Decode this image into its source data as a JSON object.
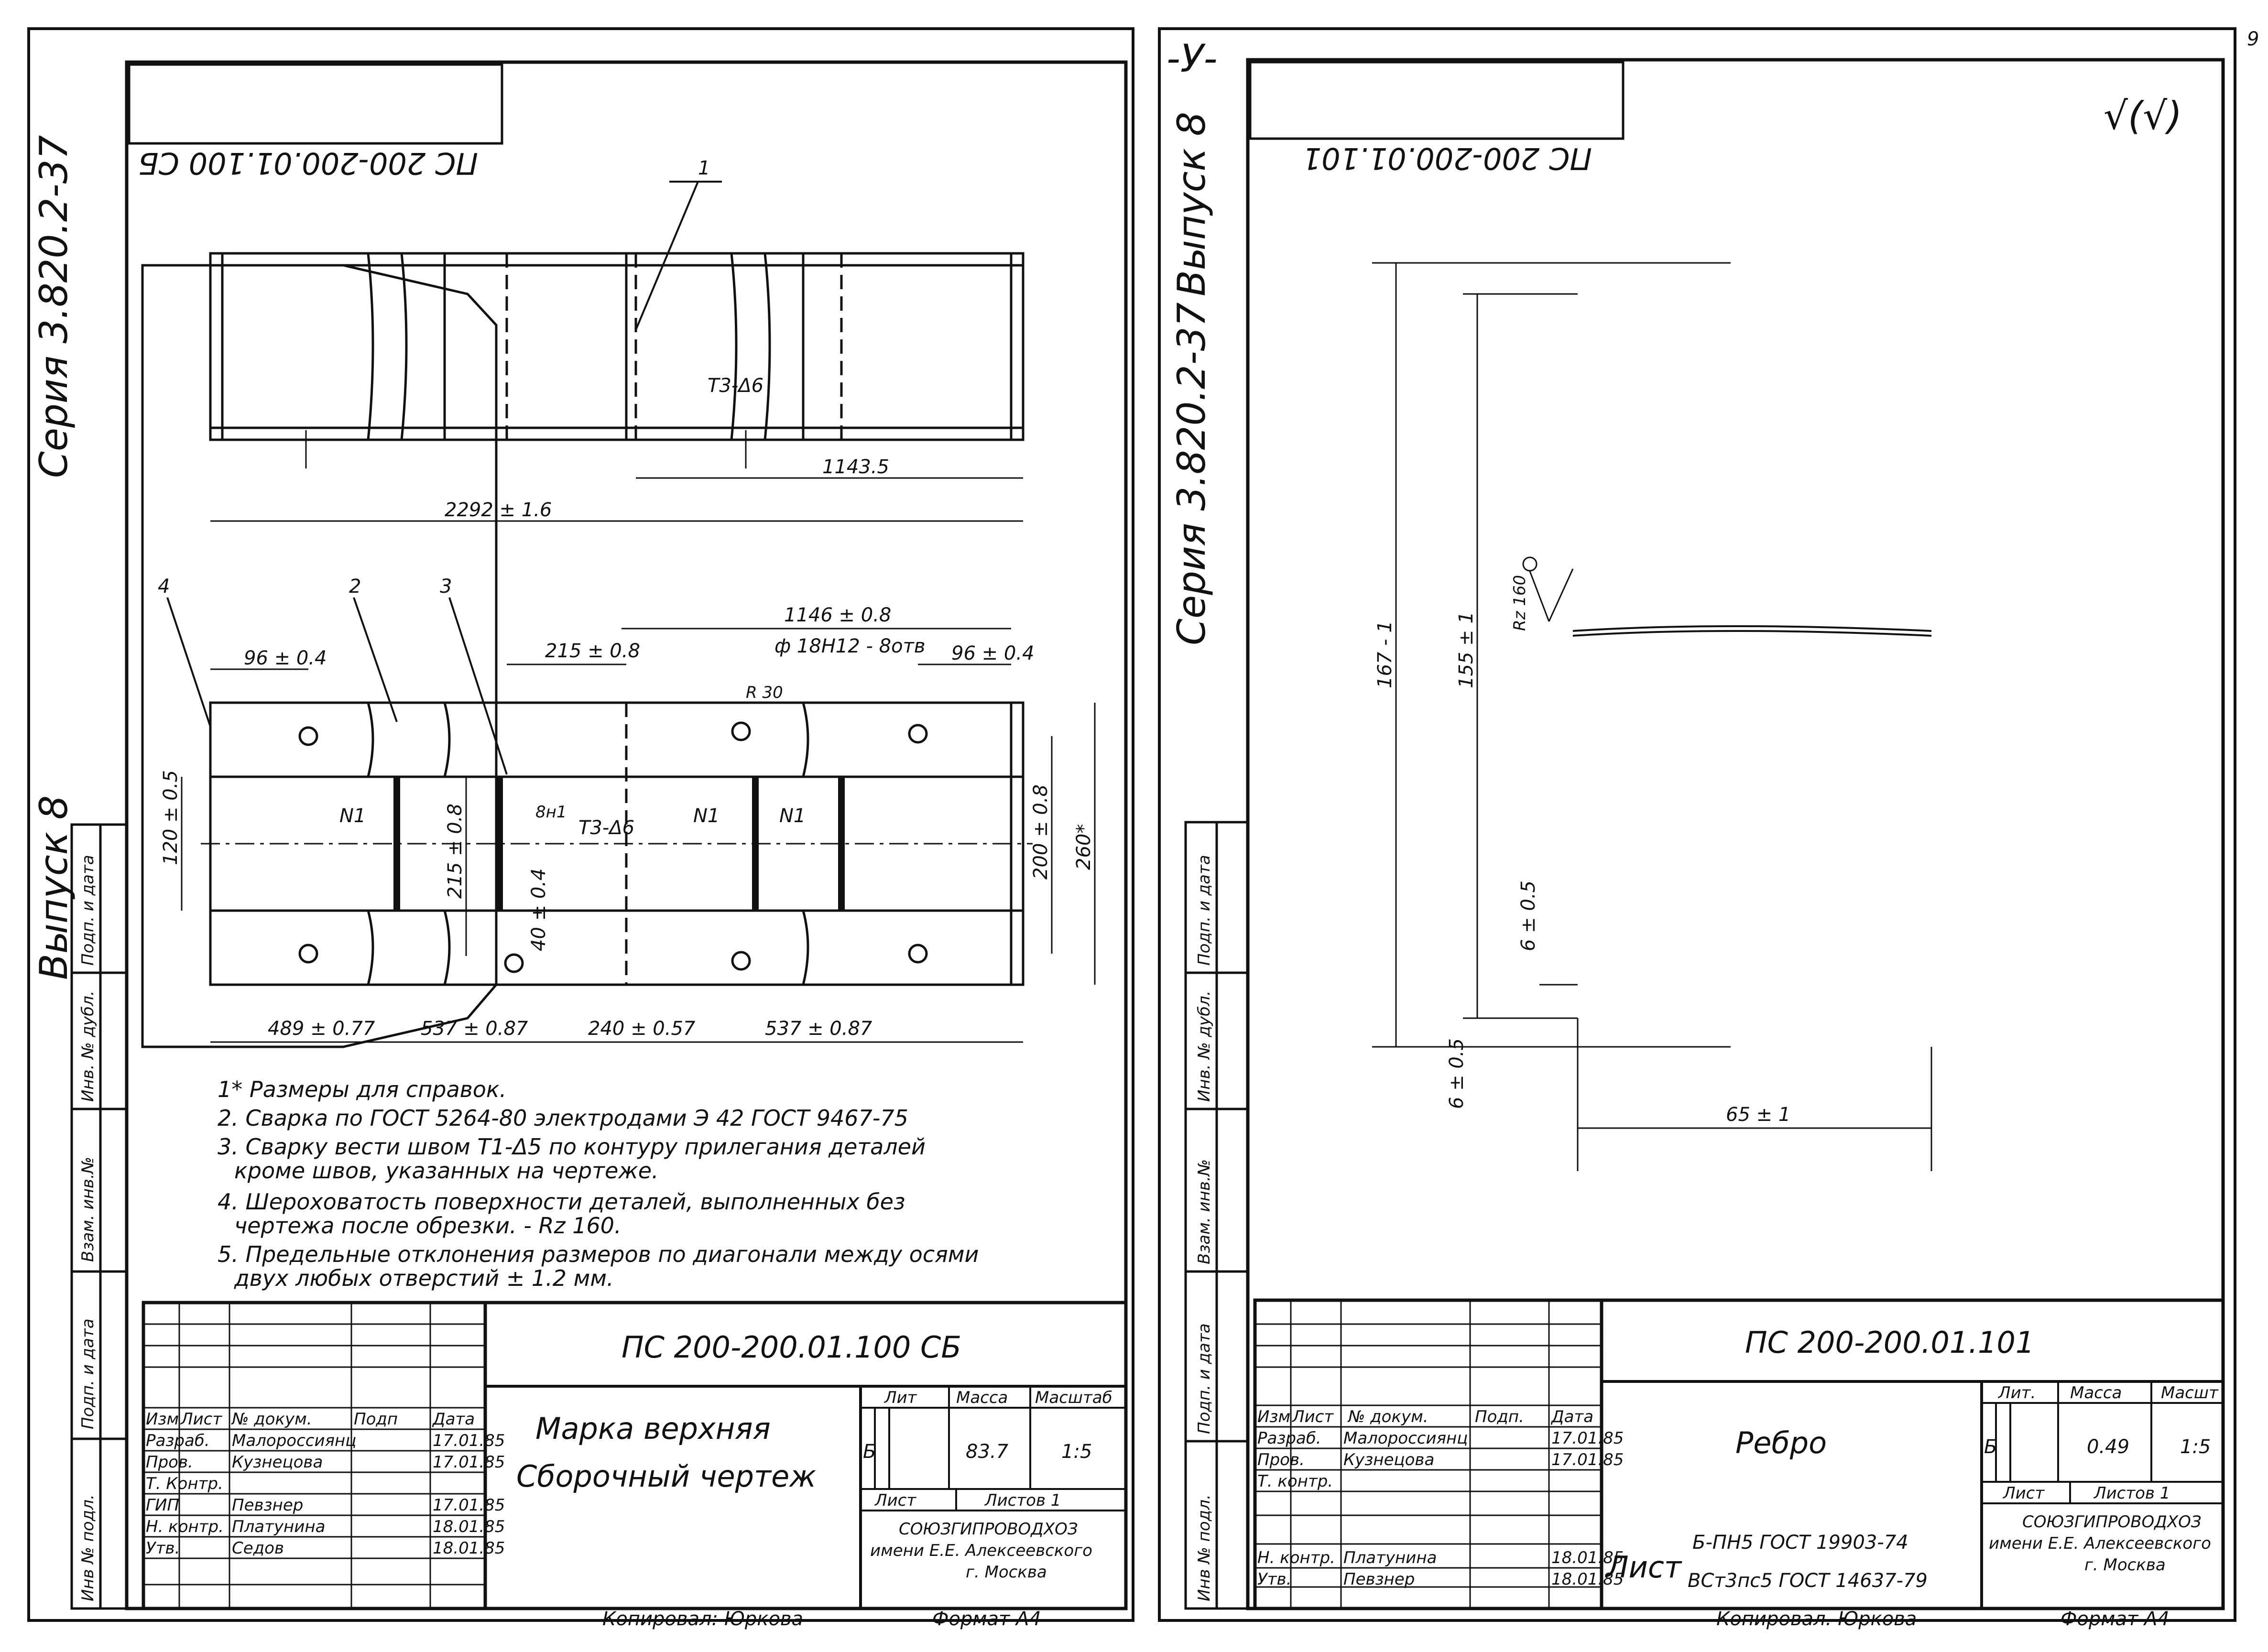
{
  "page_marker": "9",
  "left_sheet": {
    "side_text": {
      "vypusk": "Выпуск 8",
      "seriya": "Серия 3.820.2-37"
    },
    "side_columns": [
      "Инв № подл.",
      "Подп. и дата",
      "Взам. инв.№",
      "Инв. № дубл.",
      "Подп. и дата"
    ],
    "mirror_code": "ПС 200-200.01.100 СБ",
    "top_view": {
      "callout": "1",
      "weld": "Т3-Δ6",
      "dim_half": "1143.5",
      "dim_total": "2292 ± 1.6"
    },
    "plan_view": {
      "callouts": [
        "4",
        "2",
        "3"
      ],
      "dims": {
        "d_1146": "1146 ± 0.8",
        "d_96_left": "96 ± 0.4",
        "d_215_top": "215 ± 0.8",
        "d_hole": "ф 18Н12 - 8отв",
        "d_96_right": "96 ± 0.4",
        "d_120": "120 ± 0.5",
        "d_215_vert": "215 ± 0.8",
        "d_40": "40 ± 0.4",
        "d_200": "200 ± 0.8",
        "d_260": "260*",
        "d_489": "489 ± 0.77",
        "d_537_left": "537 ± 0.87",
        "d_240": "240 ± 0.57",
        "d_537_right": "537 ± 0.87",
        "r": "R 30"
      },
      "marks": {
        "n1_a": "N1",
        "n1_b": "N1",
        "n1_c": "N1",
        "weld": "Т3-Δ6",
        "weld_prefix": "8н1"
      }
    },
    "notes": [
      "1* Размеры для справок.",
      "2. Сварка по ГОСТ 5264-80 электродами Э 42 ГОСТ 9467-75",
      "3. Сварку вести швом Т1-Δ5 по контуру прилегания деталей",
      "кроме швов, указанных на чертеже.",
      "4. Шероховатость поверхности деталей, выполненных без",
      "чертежа после обрезки. - Rz 160.",
      "5. Предельные отклонения размеров по диагонали между осями",
      "двух любых отверстий ± 1.2 мм."
    ],
    "stamp": {
      "code": "ПС 200-200.01.100 СБ",
      "name_line1": "Марка верхняя",
      "name_line2": "Сборочный чертеж",
      "headers": {
        "izm": "Изм",
        "list": "Лист",
        "doc": "№ докум.",
        "podp": "Подп",
        "data": "Дата"
      },
      "people": [
        {
          "role": "Разраб.",
          "name": "Малороссиянц",
          "date": "17.01.85"
        },
        {
          "role": "Пров.",
          "name": "Кузнецова",
          "date": "17.01.85"
        },
        {
          "role": "Т. Контр.",
          "name": "",
          "date": ""
        },
        {
          "role": "ГИП",
          "name": "Певзнер",
          "date": "17.01.85"
        },
        {
          "role": "Н. контр.",
          "name": "Платунина",
          "date": "18.01.85"
        },
        {
          "role": "Утв.",
          "name": "Седов",
          "date": "18.01.85"
        }
      ],
      "lit_label": "Лит",
      "mass_label": "Масса",
      "scale_label": "Масштаб",
      "lit": "Б",
      "mass": "83.7",
      "scale": "1:5",
      "sheet_label": "Лист",
      "sheets_label": "Листов 1",
      "org_line1": "СОЮЗГИПРОВОДХОЗ",
      "org_line2": "имени Е.Е. Алексеевского",
      "org_line3": "г. Москва"
    },
    "footer": {
      "copied": "Копировал: Юркова",
      "format": "Формат А4"
    }
  },
  "right_sheet": {
    "side_text": {
      "vypusk": "Выпуск 8",
      "seriya": "Серия 3.820.2-37",
      "marker": "-У-"
    },
    "side_columns": [
      "Инв № подл.",
      "Подп. и дата",
      "Взам. инв.№",
      "Инв. № дубл.",
      "Подп. и дата"
    ],
    "mirror_code": "ПС 200-200.01.101",
    "roughness": "√(√)",
    "part": {
      "dim_167": "167 - 1",
      "dim_155": "155 ± 1",
      "dim_6_top": "6 ± 0.5",
      "dim_6_bottom": "6 ± 0.5",
      "dim_65": "65 ± 1",
      "rz": "Rz 160"
    },
    "stamp": {
      "code": "ПС 200-200.01.101",
      "name": "Ребро",
      "headers": {
        "izm": "Изм",
        "list": "Лист",
        "doc": "№ докум.",
        "podp": "Подп.",
        "data": "Дата"
      },
      "people": [
        {
          "role": "Разраб.",
          "name": "Малороссиянц",
          "date": "17.01.85"
        },
        {
          "role": "Пров.",
          "name": "Кузнецова",
          "date": "17.01.85"
        },
        {
          "role": "Т. контр.",
          "name": "",
          "date": ""
        },
        {
          "role": "",
          "name": "",
          "date": ""
        },
        {
          "role": "Н. контр.",
          "name": "Платунина",
          "date": "18.01.85"
        },
        {
          "role": "Утв.",
          "name": "Певзнер",
          "date": "18.01.85"
        }
      ],
      "list_word": "Лист",
      "material_line1": "Б-ПН5 ГОСТ 19903-74",
      "material_line2": "ВСт3пс5 ГОСТ 14637-79",
      "lit_label": "Лит.",
      "mass_label": "Масса",
      "scale_label": "Масшт",
      "lit": "Б",
      "mass": "0.49",
      "scale": "1:5",
      "sheet_label": "Лист",
      "sheets_label": "Листов 1",
      "org_line1": "СОЮЗГИПРОВОДХОЗ",
      "org_line2": "имени Е.Е. Алексеевского",
      "org_line3": "г. Москва"
    },
    "footer": {
      "copied": "Копировал. Юркова",
      "format": "Формат А4"
    }
  }
}
